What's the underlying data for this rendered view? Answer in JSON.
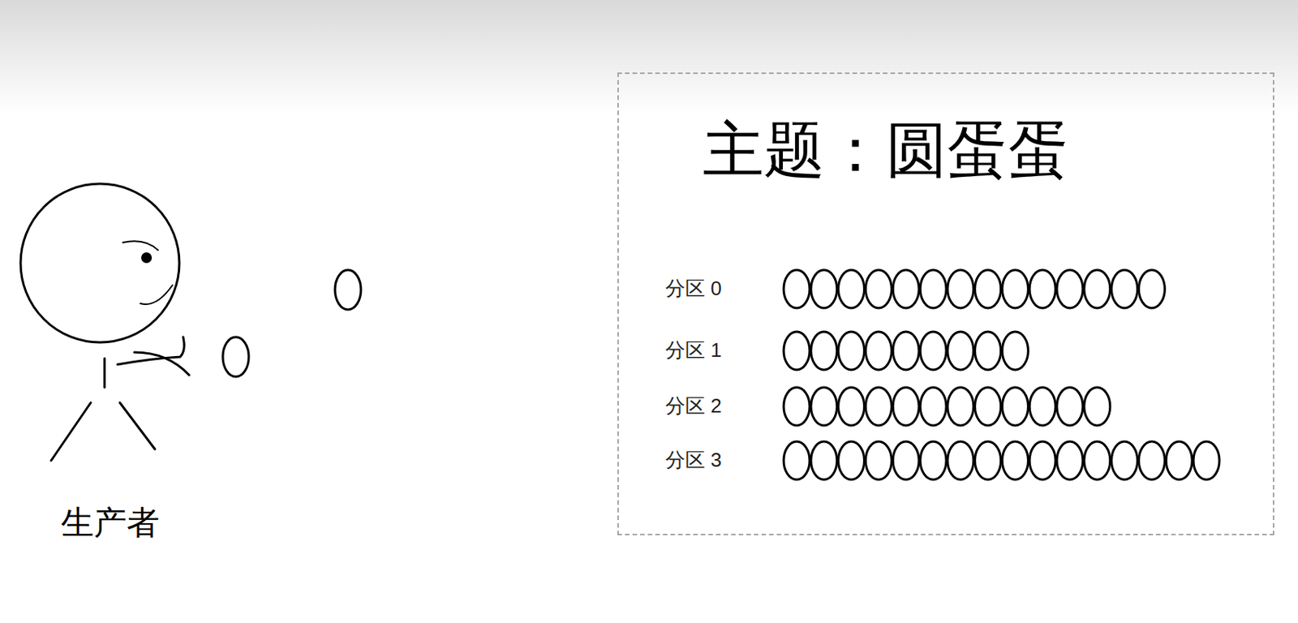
{
  "diagram": {
    "nodes": [
      {
        "text": [
          "主题：圆蛋蛋"
        ]
      }
    ],
    "labels": [
      "生产者",
      "分区 0",
      "分区 1",
      "分区 2",
      "分区 3"
    ]
  }
}
